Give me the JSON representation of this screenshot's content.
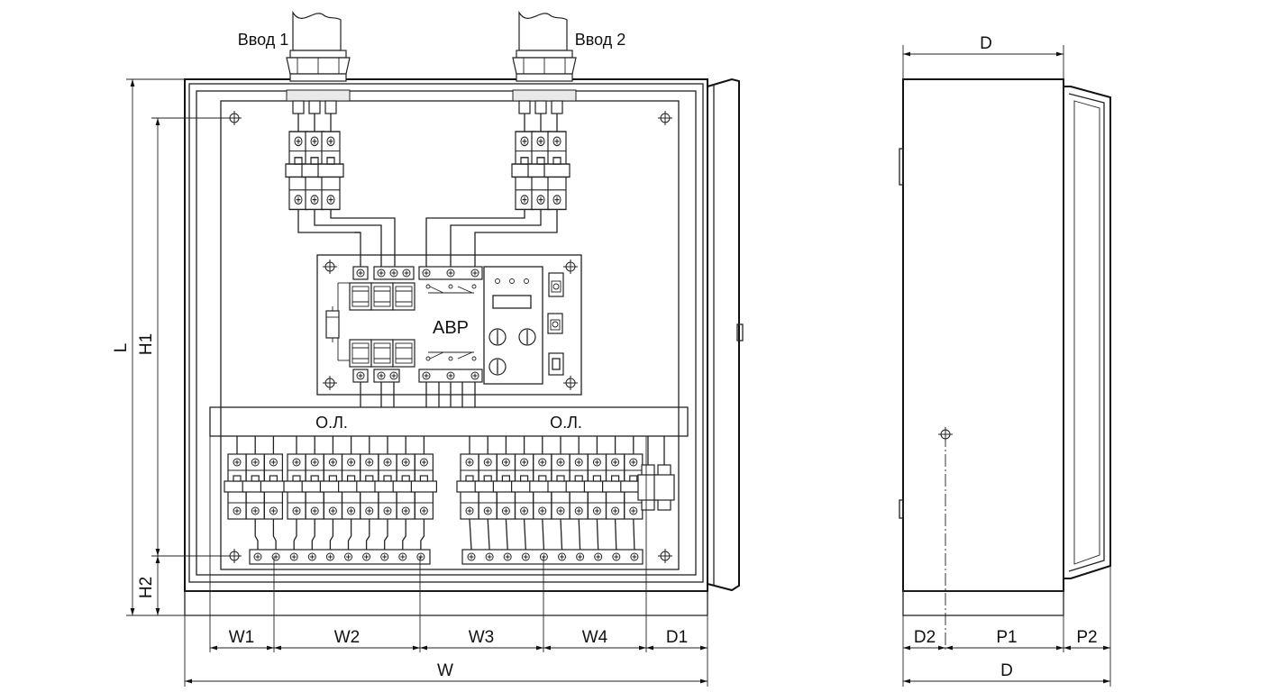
{
  "inputs": {
    "input1": "Ввод 1",
    "input2": "Ввод 2"
  },
  "ats_label": "АВР",
  "bus_labels": {
    "left": "О.Л.",
    "right": "О.Л."
  },
  "bottom_dims": {
    "w1": "W1",
    "w2": "W2",
    "w3": "W3",
    "w4": "W4",
    "d1": "D1",
    "w": "W"
  },
  "left_dims": {
    "l": "L",
    "h1": "H1",
    "h2": "H2"
  },
  "side_dims": {
    "d_top": "D",
    "d2": "D2",
    "p1": "P1",
    "p2": "P2",
    "d_bottom": "D"
  }
}
